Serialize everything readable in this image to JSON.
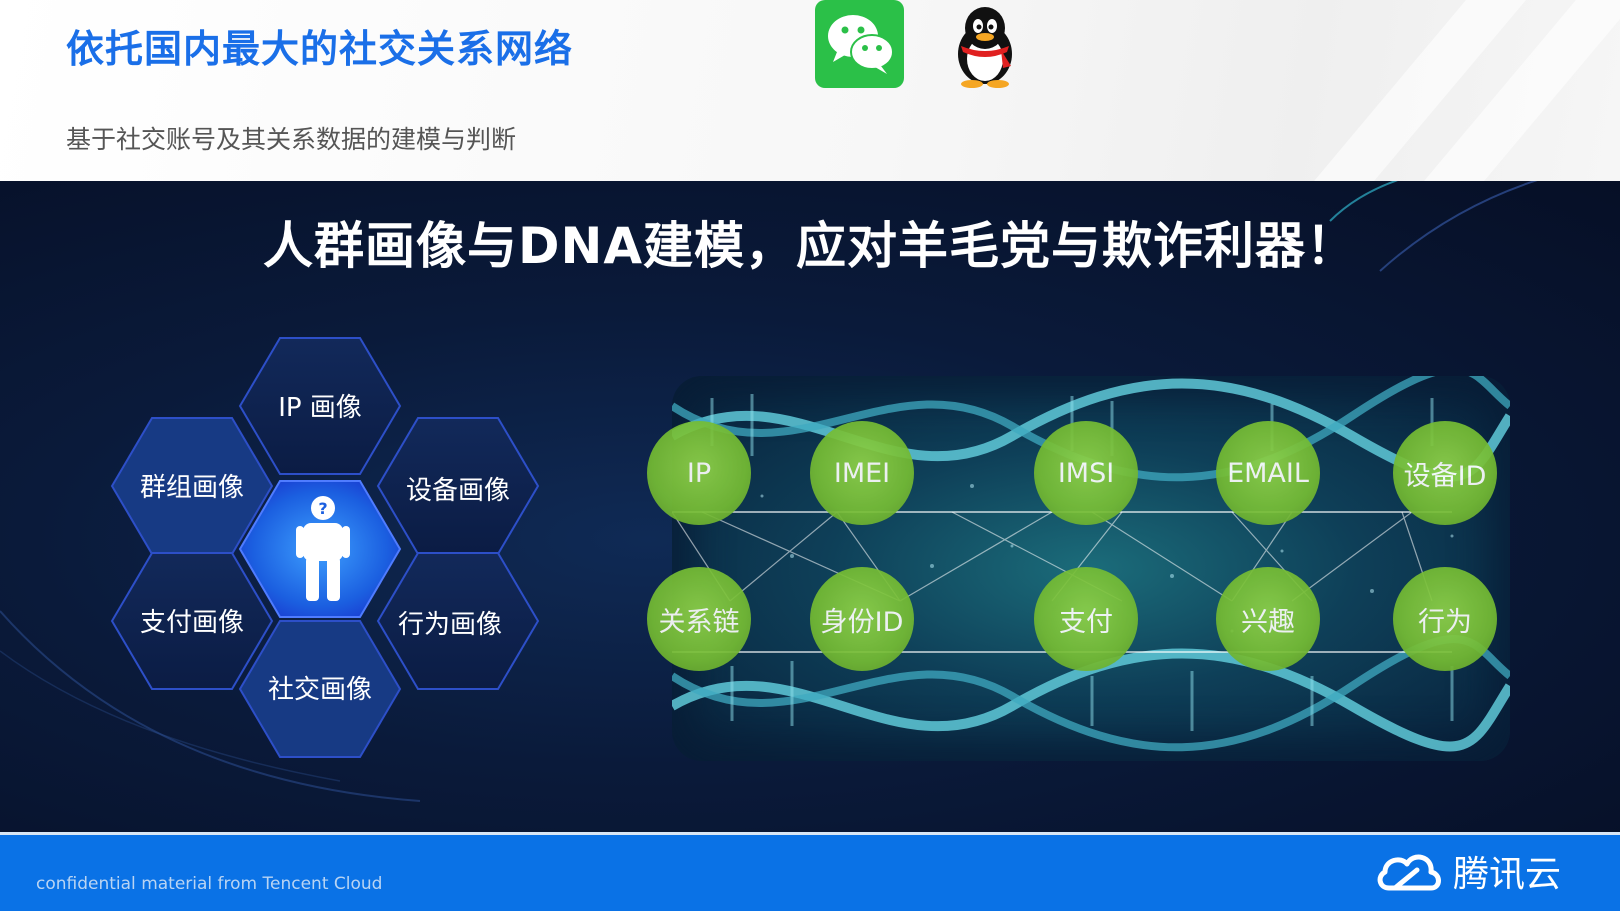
{
  "header": {
    "title": "依托国内最大的社交关系网络",
    "subtitle": "基于社交账号及其关系数据的建模与判断",
    "icons": [
      "wechat-icon",
      "qq-penguin-icon"
    ]
  },
  "main": {
    "headline": "人群画像与DNA建模，应对羊毛党与欺诈利器！",
    "hexagons": [
      {
        "label": "IP 画像"
      },
      {
        "label": "群组画像"
      },
      {
        "label": "设备画像"
      },
      {
        "label": "支付画像"
      },
      {
        "label": "行为画像"
      },
      {
        "label": "社交画像"
      }
    ],
    "center_icon": "person-question-icon",
    "dna_nodes_top": [
      "IP",
      "IMEI",
      "IMSI",
      "EMAIL",
      "设备ID"
    ],
    "dna_nodes_bottom": [
      "关系链",
      "身份ID",
      "支付",
      "兴趣",
      "行为"
    ]
  },
  "footer": {
    "confidential": "confidential material from Tencent Cloud",
    "brand": "腾讯云",
    "brand_icon": "tencent-cloud-logo-icon"
  },
  "colors": {
    "title_blue": "#1a6fe8",
    "footer_blue": "#0a72e6",
    "node_green": "#76bd34",
    "slide_dark": "#0a1a3a"
  }
}
